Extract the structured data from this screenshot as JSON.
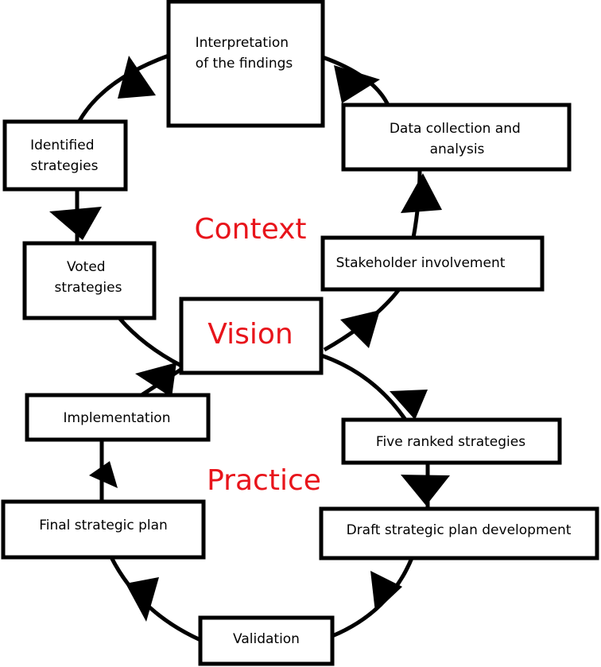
{
  "nodes": {
    "interpretation": [
      "Interpretation",
      "of the findings"
    ],
    "data_collection": [
      "Data collection and",
      "analysis"
    ],
    "identified": [
      "Identified",
      "strategies"
    ],
    "stakeholder": [
      "Stakeholder involvement"
    ],
    "voted": [
      "Voted",
      "strategies"
    ],
    "vision": [
      "Vision"
    ],
    "implementation": [
      "Implementation"
    ],
    "five_ranked": [
      "Five ranked strategies"
    ],
    "final_plan": [
      "Final strategic plan"
    ],
    "draft_plan": [
      "Draft strategic plan development"
    ],
    "validation": [
      "Validation"
    ]
  },
  "regions": {
    "context": "Context",
    "practice": "Practice"
  },
  "colors": {
    "accent_red": "#e8141b",
    "line": "#000000",
    "box_fill": "#ffffff"
  }
}
